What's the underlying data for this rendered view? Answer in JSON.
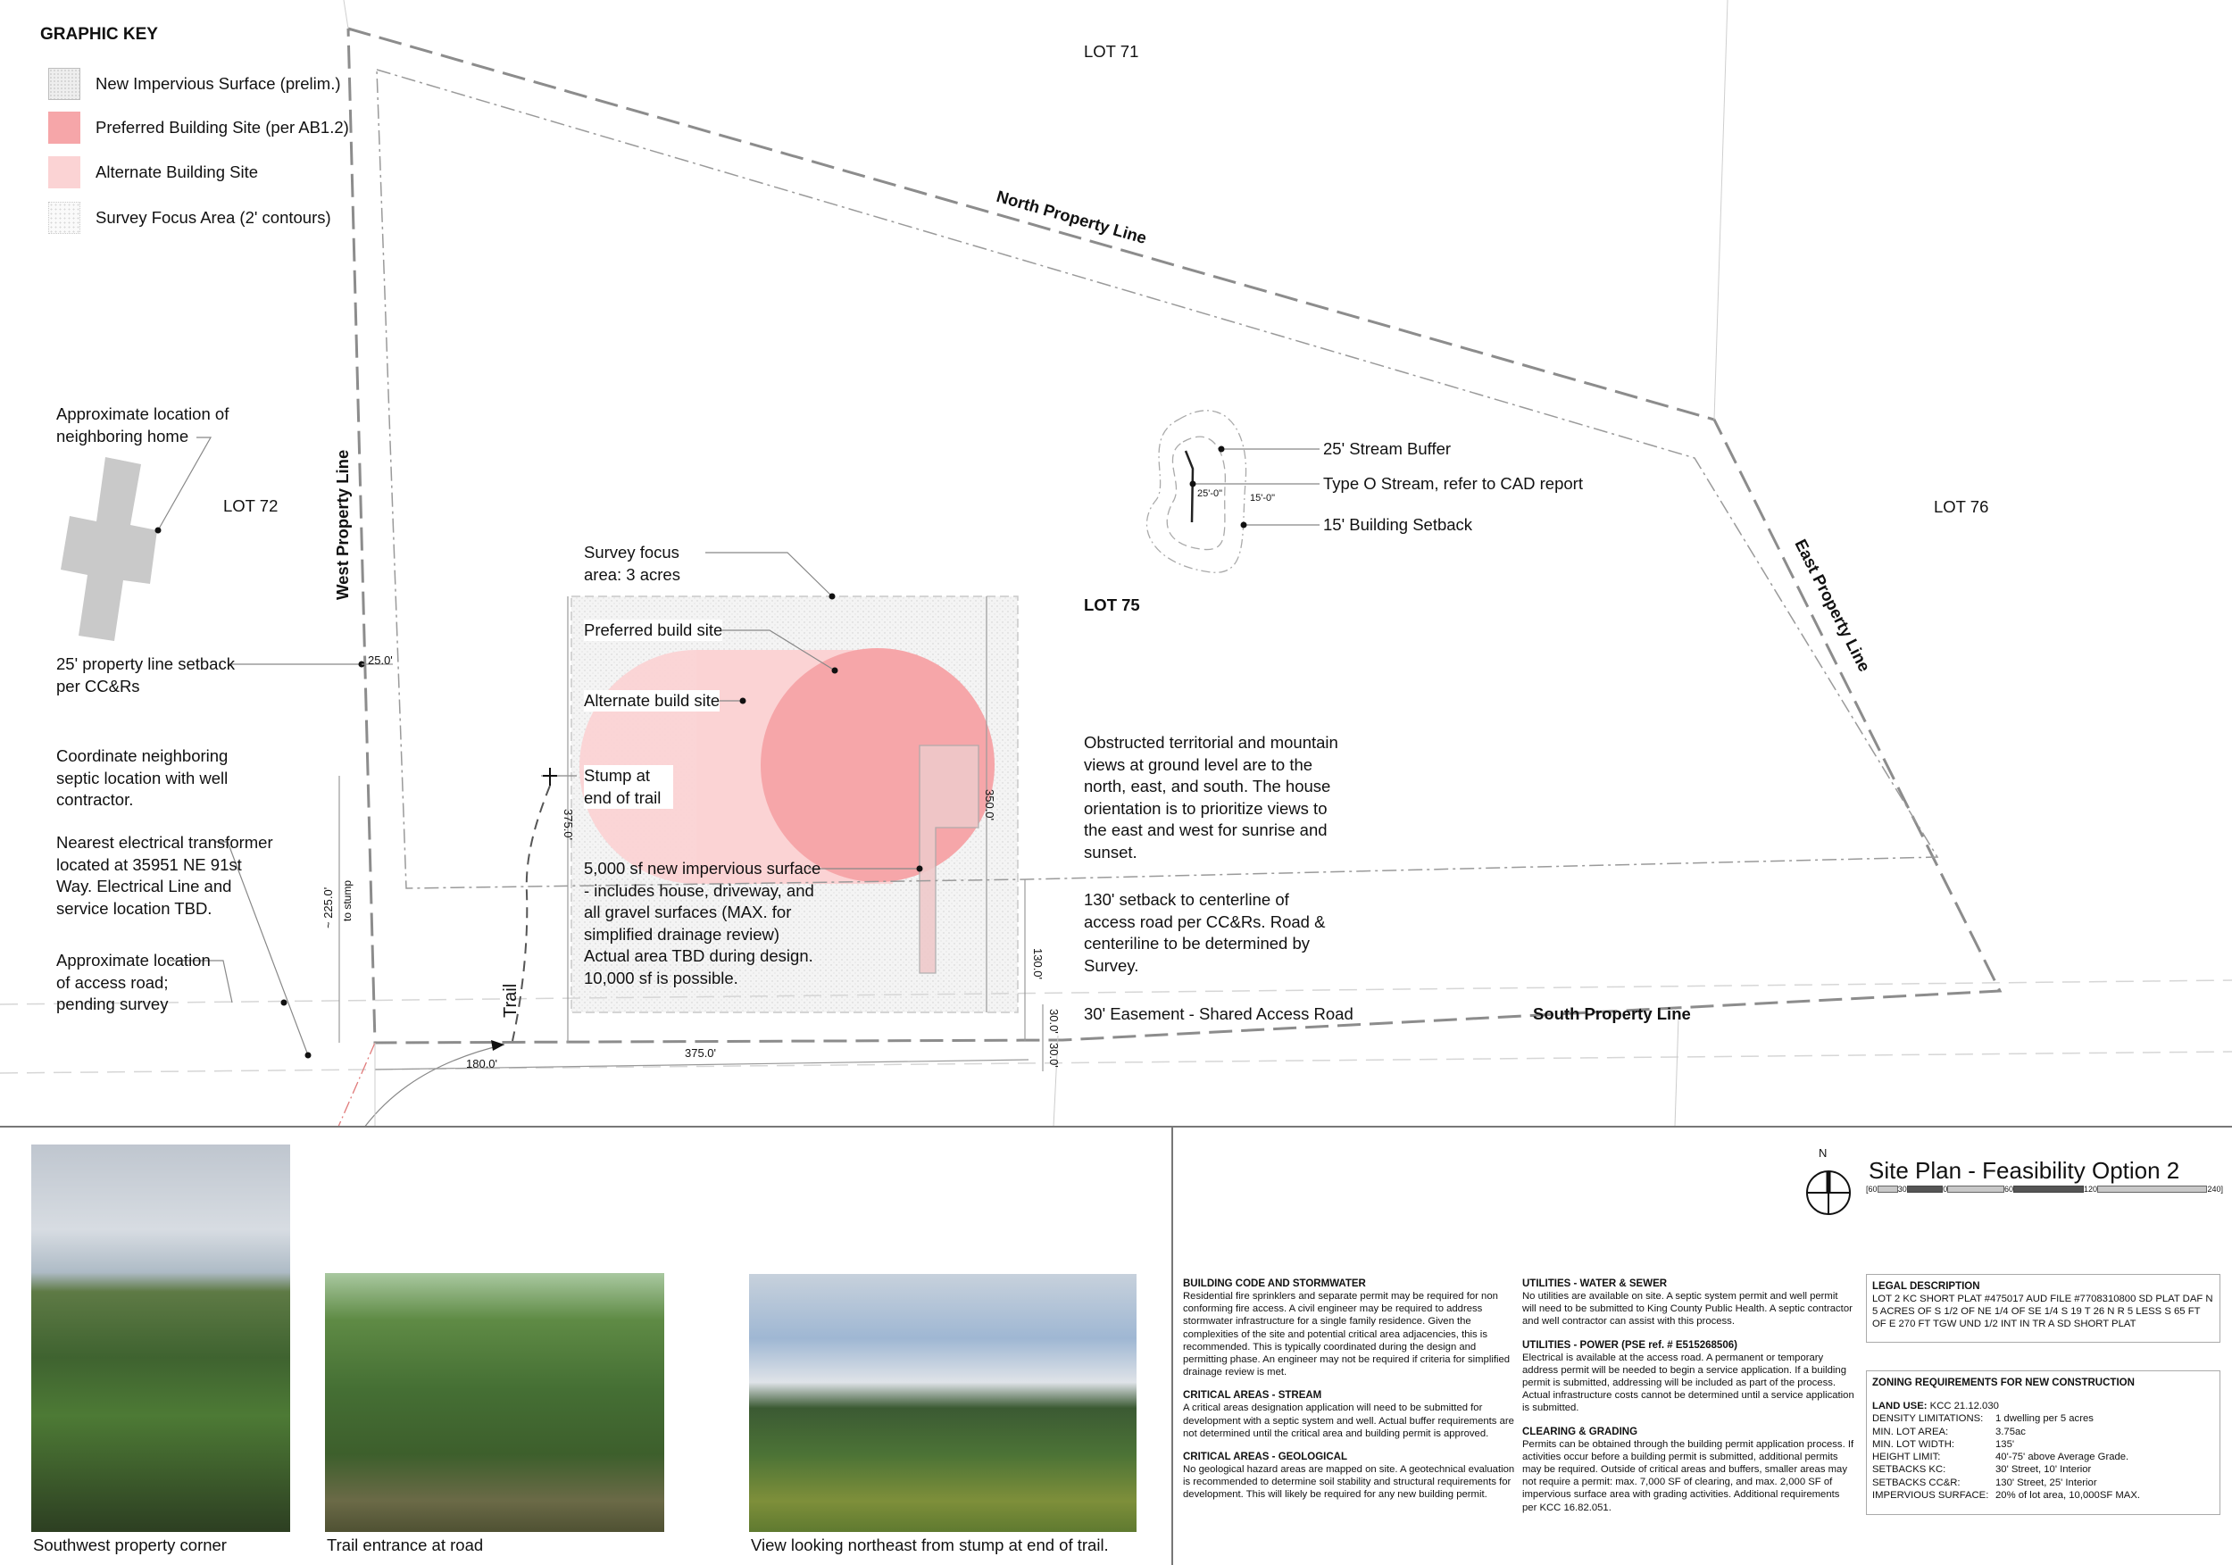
{
  "graphic_key": {
    "title": "GRAPHIC KEY",
    "items": [
      {
        "label": "New Impervious Surface (prelim.)",
        "swatch": "impervious-pattern"
      },
      {
        "label": "Preferred Building Site (per AB1.2)",
        "swatch": "#f6a6a9"
      },
      {
        "label": "Alternate Building Site",
        "swatch": "#fbd3d4"
      },
      {
        "label": "Survey Focus Area (2' contours)",
        "swatch": "survey-pattern"
      }
    ]
  },
  "lots": {
    "lot71": "LOT 71",
    "lot72": "LOT 72",
    "lot75": "LOT 75",
    "lot76": "LOT 76"
  },
  "property_lines": {
    "north": "North Property Line",
    "west": "West Property Line",
    "east": "East Property Line",
    "south": "South Property Line"
  },
  "stream": {
    "buffer": "25' Stream Buffer",
    "stream": "Type O Stream, refer to CAD report",
    "setback": "15' Building Setback",
    "dim_buffer": "25'-0\"",
    "dim_setback": "15'-0\""
  },
  "annotations": {
    "neighbor_home": "Approximate location of neighboring home",
    "setback_25": "25' property line setback per CC&Rs",
    "septic": "Coordinate neighboring septic location with well contractor.",
    "transformer": "Nearest electrical transformer located at 35951 NE 91st Way. Electrical Line and service location TBD.",
    "access_road": "Approximate location of access road; pending survey",
    "survey_focus": "Survey focus area: 3 acres",
    "preferred_site": "Preferred build site",
    "alternate_site": "Alternate build site",
    "stump": "Stump at end of trail",
    "impervious": "5,000 sf new impervious surface - includes house, driveway, and all gravel surfaces (MAX. for simplified drainage review) Actual area TBD during design. 10,000 sf is possible.",
    "views": "Obstructed territorial and mountain views at ground level are to the north, east, and south. The house orientation is to prioritize views to the east and west for sunrise and sunset.",
    "setback_130": "130' setback to centerline of access road per CC&Rs. Road & centeriline to be determined by Survey.",
    "easement": "30' Easement - Shared Access Road",
    "trail": "Trail"
  },
  "dimensions": {
    "d25": "25.0'",
    "d225": "~ 225.0'",
    "d225_sub": "to stump",
    "d375_v": "375.0'",
    "d350": "350.0'",
    "d130": "130.0'",
    "d30a": "30.0'",
    "d30b": "30.0'",
    "d375_h": "375.0'",
    "d180": "180.0'"
  },
  "photos": [
    {
      "caption": "Southwest property corner"
    },
    {
      "caption": "Trail entrance at road"
    },
    {
      "caption": "View looking northeast from stump at end of trail."
    }
  ],
  "title_block": {
    "north_label": "N",
    "title": "Site Plan - Feasibility Option 2",
    "scale_labels": [
      "[60",
      "30",
      "0",
      "60",
      "120",
      "240]"
    ]
  },
  "notes": [
    {
      "title": "BUILDING CODE AND STORMWATER",
      "body": "Residential fire sprinklers and separate permit may be required for non conforming fire access. A civil engineer may be required to address stormwater infrastructure for a single family residence. Given the complexities of the site and potential critical area adjacencies, this is recommended. This is typically coordinated during the design and permitting phase. An engineer may not be required if criteria for simplified drainage review is met."
    },
    {
      "title": "CRITICAL AREAS - STREAM",
      "body": "A critical areas designation application will need to be submitted for development with a septic system and well. Actual buffer requirements are not determined until the critical area and building permit is approved."
    },
    {
      "title": "CRITICAL AREAS - GEOLOGICAL",
      "body": "No geological hazard areas are mapped on site. A geotechnical evaluation is recommended to determine soil stability and structural requirements for development. This will likely be required for any new building permit."
    },
    {
      "title": "UTILITIES - WATER & SEWER",
      "body": "No utilities are available on site. A septic system permit and well permit will need to be submitted to King County Public Health. A septic contractor and well contractor can assist with this process."
    },
    {
      "title": "UTILITIES - POWER (PSE ref. # E515268506)",
      "body": "Electrical is available at the access road. A permanent or temporary address permit will be needed to begin a service application. If a building permit is submitted, addressing will be included as part of the process. Actual infrastructure costs cannot be determined until a service application is submitted."
    },
    {
      "title": "CLEARING & GRADING",
      "body": "Permits can be obtained through the building permit application process. If activities occur before a building permit is submitted, additional permits may be required. Outside of critical areas and buffers, smaller areas may not require a permit: max. 7,000 SF of clearing, and max. 2,000 SF of impervious surface area with grading activities. Additional requirements per KCC 16.82.051."
    }
  ],
  "legal": {
    "title": "LEGAL DESCRIPTION",
    "body": "LOT 2 KC SHORT PLAT #475017 AUD FILE #7708310800 SD PLAT DAF N 5 ACRES OF S 1/2 OF NE 1/4 OF SE 1/4 S 19 T 26 N R 5 LESS S 65 FT OF E 270 FT TGW UND 1/2 INT IN TR A SD SHORT PLAT"
  },
  "zoning": {
    "title": "ZONING REQUIREMENTS FOR NEW CONSTRUCTION",
    "land_use_label": "LAND USE:",
    "land_use_value": "KCC 21.12.030",
    "rows": [
      {
        "k": "DENSITY LIMITATIONS:",
        "v": "1 dwelling per 5 acres"
      },
      {
        "k": "MIN. LOT AREA:",
        "v": "3.75ac"
      },
      {
        "k": "MIN. LOT WIDTH:",
        "v": "135'"
      },
      {
        "k": "HEIGHT LIMIT:",
        "v": "40'-75' above Average Grade."
      },
      {
        "k": "SETBACKS KC:",
        "v": "30' Street, 10' Interior"
      },
      {
        "k": "SETBACKS CC&R:",
        "v": "130' Street, 25' Interior"
      },
      {
        "k": "IMPERVIOUS SURFACE:",
        "v": "20% of lot area, 10,000SF MAX."
      }
    ]
  },
  "colors": {
    "preferred": "#f6a6a9",
    "alternate": "#fbd3d4",
    "line": "#8c8c8c",
    "text": "#111111"
  }
}
